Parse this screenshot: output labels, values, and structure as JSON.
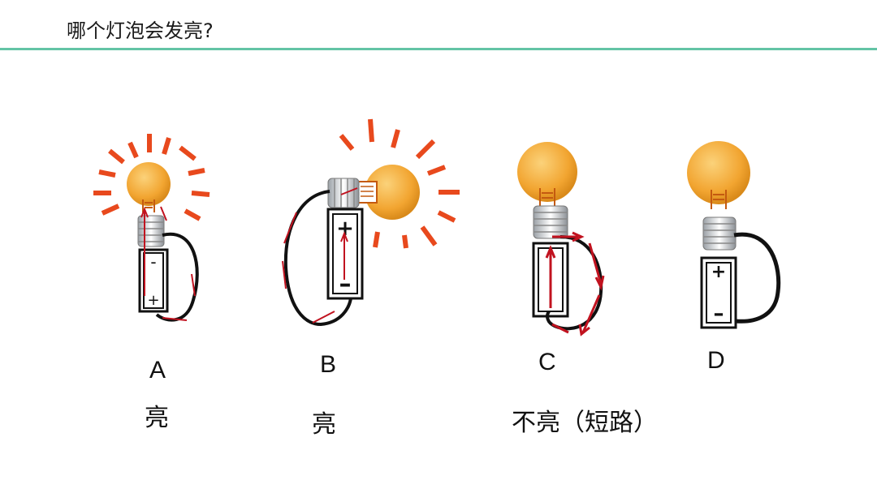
{
  "slide": {
    "title": "哪个灯泡会发亮?"
  },
  "circuits": [
    {
      "letter": "A",
      "result": "亮"
    },
    {
      "letter": "B",
      "result": "亮"
    },
    {
      "letter": "C",
      "result": "不亮（短路）"
    },
    {
      "letter": "D",
      "result": ""
    }
  ],
  "colors": {
    "accent_rule": "#63c4a5",
    "bulb": "#f2a531",
    "rays": "#e8491d",
    "current_arrows": "#c1121f",
    "wire": "#111111"
  }
}
